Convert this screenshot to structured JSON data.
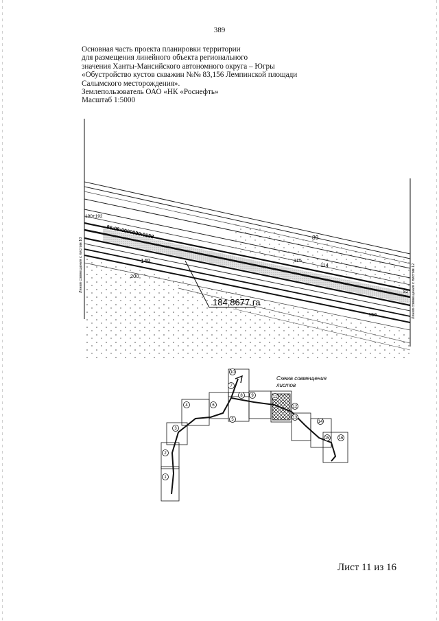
{
  "page_number": "389",
  "header_lines": [
    "Основная часть проекта планировки территории",
    "для размещения линейного объекта регионального",
    "значения Ханты-Мансийского автономного округа – Югры",
    "«Обустройство кустов скважин №№ 83,156 Лемпинской площади",
    "Салымского месторождения».",
    "Землепользователь ОАО «НК «Роснефть»",
    "Масштаб 1:5000"
  ],
  "map": {
    "area_label": "184,8677 га",
    "left_match_line": "Линия совмещения с листом 10",
    "right_match_line": "Линия совмещения с листом 12",
    "cadastral_number": "86:08:0000000:0138",
    "labels": [
      "89",
      "115",
      "114",
      "149",
      "200",
      "156",
      "82",
      "190+192"
    ]
  },
  "scheme": {
    "title_line1": "Схема совмещения",
    "title_line2": "листов",
    "sheet_numbers": [
      "1",
      "2",
      "3",
      "4",
      "5",
      "6",
      "7",
      "8",
      "9",
      "10",
      "11",
      "12",
      "13",
      "14",
      "15",
      "16"
    ]
  },
  "footer": {
    "sheet_label": "Лист 11 из 16"
  }
}
